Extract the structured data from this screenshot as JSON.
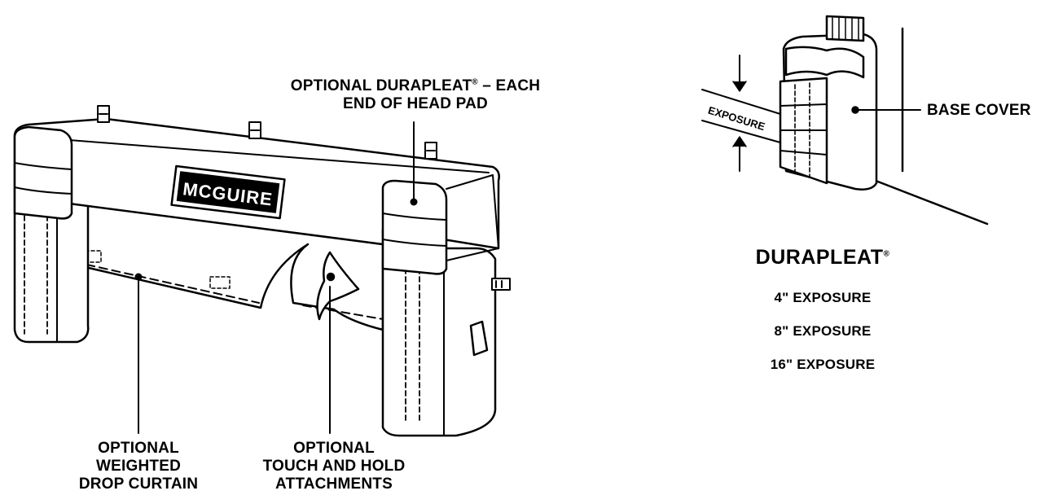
{
  "labels": {
    "optional_durapleat_line1": "OPTIONAL DURAPLEAT",
    "optional_durapleat_suffix": " – EACH",
    "optional_durapleat_line2": "END OF HEAD PAD",
    "registered_mark": "®",
    "base_cover": "BASE COVER",
    "exposure": "EXPOSURE",
    "drop_curtain": [
      "OPTIONAL",
      "WEIGHTED",
      "DROP CURTAIN"
    ],
    "touch_hold": [
      "OPTIONAL",
      "TOUCH AND HOLD",
      "ATTACHMENTS"
    ],
    "brand": "MCGUIRE"
  },
  "durapleat": {
    "title": "DURAPLEAT",
    "exposures": [
      "4\" EXPOSURE",
      "8\" EXPOSURE",
      "16\" EXPOSURE"
    ]
  }
}
